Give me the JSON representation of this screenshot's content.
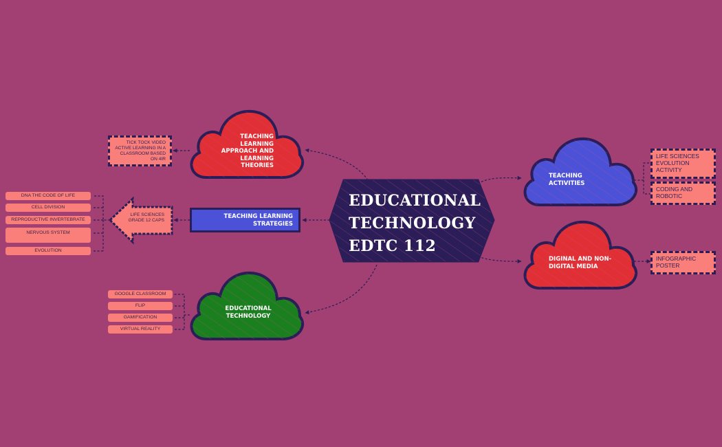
{
  "colors": {
    "background": "#a23f73",
    "navy": "#2b1d57",
    "red": "#e02f35",
    "blue": "#4b52d8",
    "green": "#1a7f1e",
    "coral": "#fa7f7a"
  },
  "center": {
    "lines": [
      "EDUCATIONAL",
      "TECHNOLOGY",
      "EDTC 112"
    ]
  },
  "left_branches": {
    "approach": {
      "label": "TEACHING LEARNING APPROACH AND LEARNING THEORIES",
      "note": "TICK TOCK VIDEO ACTIVE LEARNING IN A CLASSROOM BASED ON 4IR"
    },
    "strategies": {
      "label": "TEACHING LEARNING STRATEGIES",
      "arrow_label": "LIFE SCIENCES GRADE 12 CAPS",
      "items": [
        "DNA THE CODE OF LIFE",
        "CELL DIVISION",
        "REPRODUCTIVE INVERTEBRATE",
        "NERVOUS SYSTEM",
        "EVOLUTION"
      ]
    },
    "edtech": {
      "label": "EDUCATIONAL TECHNOLOGY",
      "items": [
        "GOOGLE CLASSROOM",
        "FLIP",
        "GAMIFICATION",
        "VIRTUAL REALITY"
      ]
    }
  },
  "right_branches": {
    "activities": {
      "label": "TEACHING ACTIVITIES",
      "items": [
        "LIFE SCIENCES EVOLUTION ACTIVITY",
        "CODING AND ROBOTIC"
      ]
    },
    "media": {
      "label": "DIGINAL AND NON-DIGITAL MEDIA",
      "items": [
        "INFOGRAPHIC POSTER"
      ]
    }
  }
}
